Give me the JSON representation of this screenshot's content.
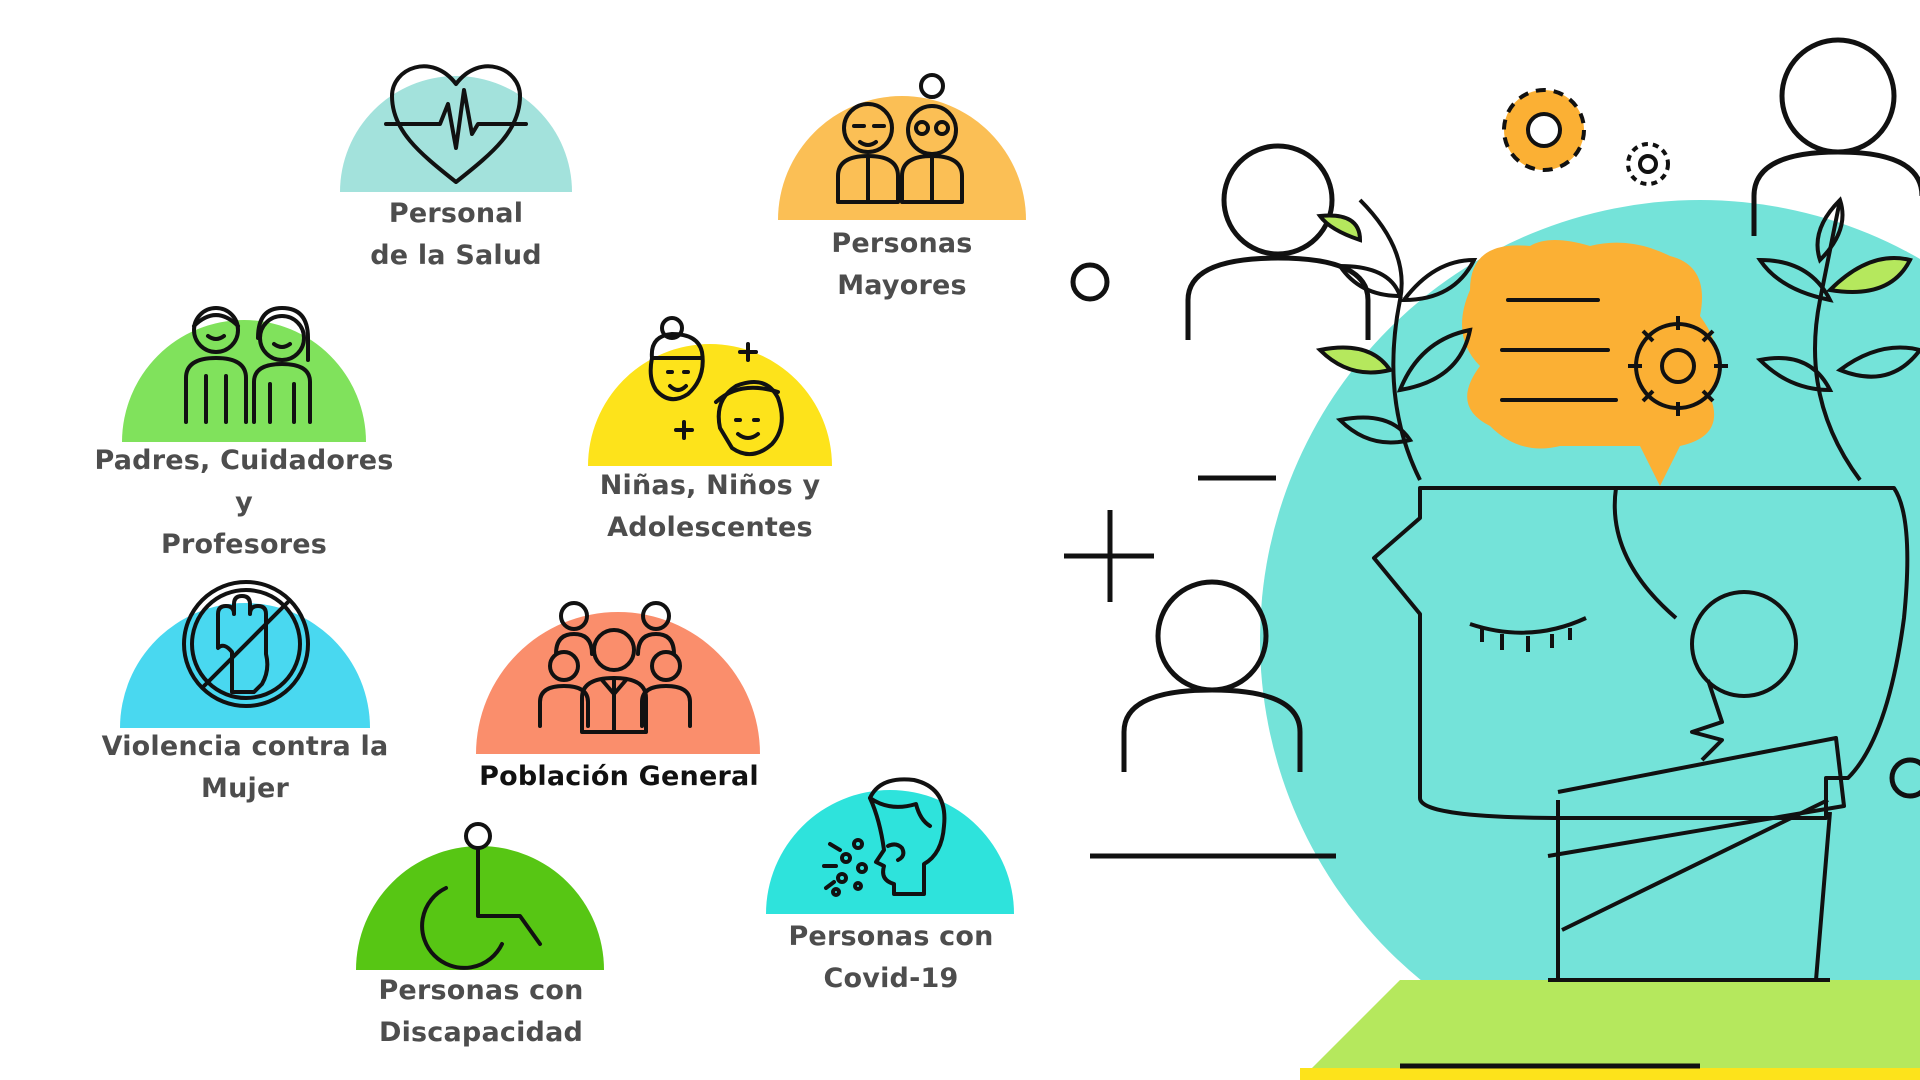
{
  "colors": {
    "salud": "#a3e2dc",
    "mayores": "#fbbf55",
    "padres": "#80e25c",
    "ninos": "#fde31b",
    "violencia": "#49d8f0",
    "poblacion": "#fa8e6c",
    "covid": "#2ee3dc",
    "discapacidad": "#57c614",
    "illustration_circle": "#74e3d9",
    "illustration_bubble": "#fbb034",
    "illustration_ground": "#b5e85d"
  },
  "categories": [
    {
      "id": "salud",
      "icon": "heartbeat-icon",
      "lines": [
        "Personal",
        "de la Salud"
      ]
    },
    {
      "id": "mayores",
      "icon": "elderly-couple-icon",
      "lines": [
        "Personas Mayores"
      ]
    },
    {
      "id": "padres",
      "icon": "parents-icon",
      "lines": [
        "Padres, Cuidadores y",
        "Profesores"
      ]
    },
    {
      "id": "ninos",
      "icon": "children-icon",
      "lines": [
        "Niñas, Niños y",
        "Adolescentes"
      ]
    },
    {
      "id": "violencia",
      "icon": "stop-hand-icon",
      "lines": [
        "Violencia contra la",
        "Mujer"
      ]
    },
    {
      "id": "poblacion",
      "icon": "group-people-icon",
      "lines": [
        "Población General"
      ]
    },
    {
      "id": "covid",
      "icon": "sneezing-person-icon",
      "lines": [
        "Personas con",
        "Covid-19"
      ]
    },
    {
      "id": "discapacidad",
      "icon": "wheelchair-icon",
      "lines": [
        "Personas con",
        "Discapacidad"
      ]
    }
  ]
}
